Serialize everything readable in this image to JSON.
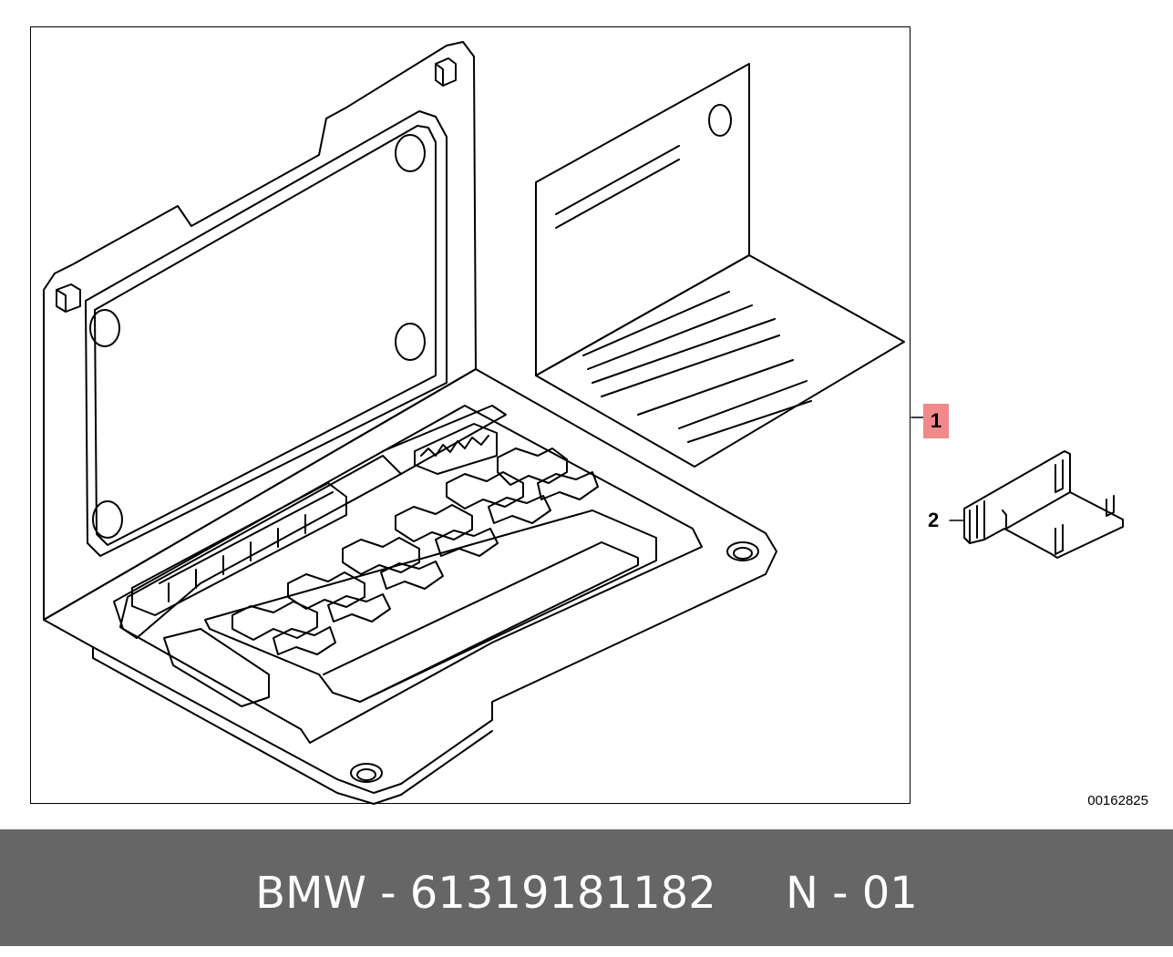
{
  "diagram": {
    "callouts": [
      {
        "id": "1",
        "label": "1",
        "highlight": "#f08a8a"
      },
      {
        "id": "2",
        "label": "2"
      }
    ],
    "reference_number": "00162825"
  },
  "footer": {
    "text": "BMW - 61319181182     N - 01",
    "background": "#666666",
    "color": "#ffffff"
  }
}
